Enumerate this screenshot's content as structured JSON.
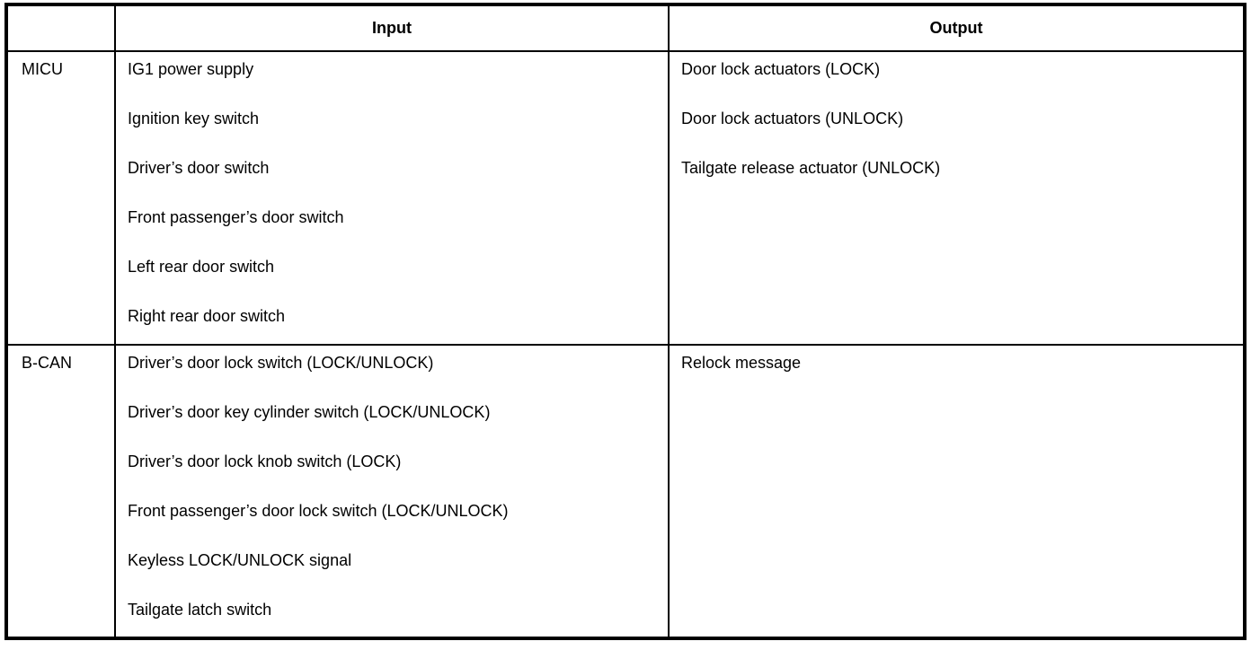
{
  "table": {
    "headers": {
      "source": "",
      "input": "Input",
      "output": "Output"
    },
    "rows": [
      {
        "label": "MICU",
        "inputs": [
          "IG1 power supply",
          "Ignition key switch",
          "Driver’s door switch",
          "Front passenger’s door switch",
          "Left rear door switch",
          "Right rear door switch"
        ],
        "outputs": [
          "Door lock actuators (LOCK)",
          "Door lock actuators (UNLOCK)",
          "Tailgate release actuator (UNLOCK)"
        ]
      },
      {
        "label": "B-CAN",
        "inputs": [
          "Driver’s door lock switch (LOCK/UNLOCK)",
          "Driver’s door key cylinder switch (LOCK/UNLOCK)",
          "Driver’s door lock knob switch (LOCK)",
          "Front passenger’s door lock switch (LOCK/UNLOCK)",
          "Keyless LOCK/UNLOCK signal",
          "Tailgate latch switch"
        ],
        "outputs": [
          "Relock message"
        ]
      }
    ],
    "colors": {
      "border": "#000000",
      "text": "#000000",
      "background": "#ffffff"
    }
  }
}
